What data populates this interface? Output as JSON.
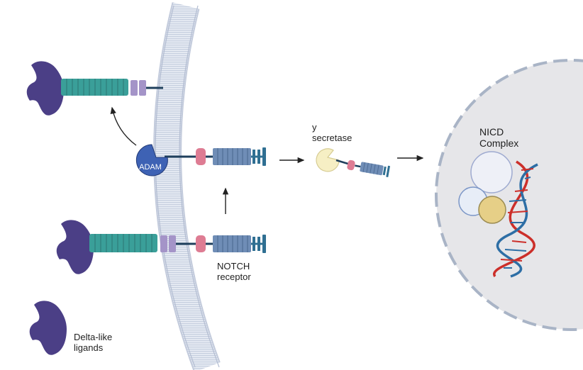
{
  "labels": {
    "adam": "ADAM",
    "gamma_secretase": [
      "y",
      "secretase"
    ],
    "notch_receptor": [
      "NOTCH",
      "receptor"
    ],
    "delta_like_ligands": [
      "Delta-like",
      "ligands"
    ],
    "nicd_complex": [
      "NICD",
      "Complex"
    ]
  },
  "colors": {
    "ligand": "#4b3f86",
    "teal": "#3a9f99",
    "purple_block": "#a494c8",
    "pink_block": "#de7c93",
    "notch_repeats": "#6f8db6",
    "notch_end": "#2f6f92",
    "membrane": "#d7dde9",
    "adam": "#3e62b4",
    "secretase": "#f6efc4",
    "nucleus": "#e5e5e8",
    "dna_red": "#cc2f2a",
    "dna_blue": "#2d6ea5"
  }
}
